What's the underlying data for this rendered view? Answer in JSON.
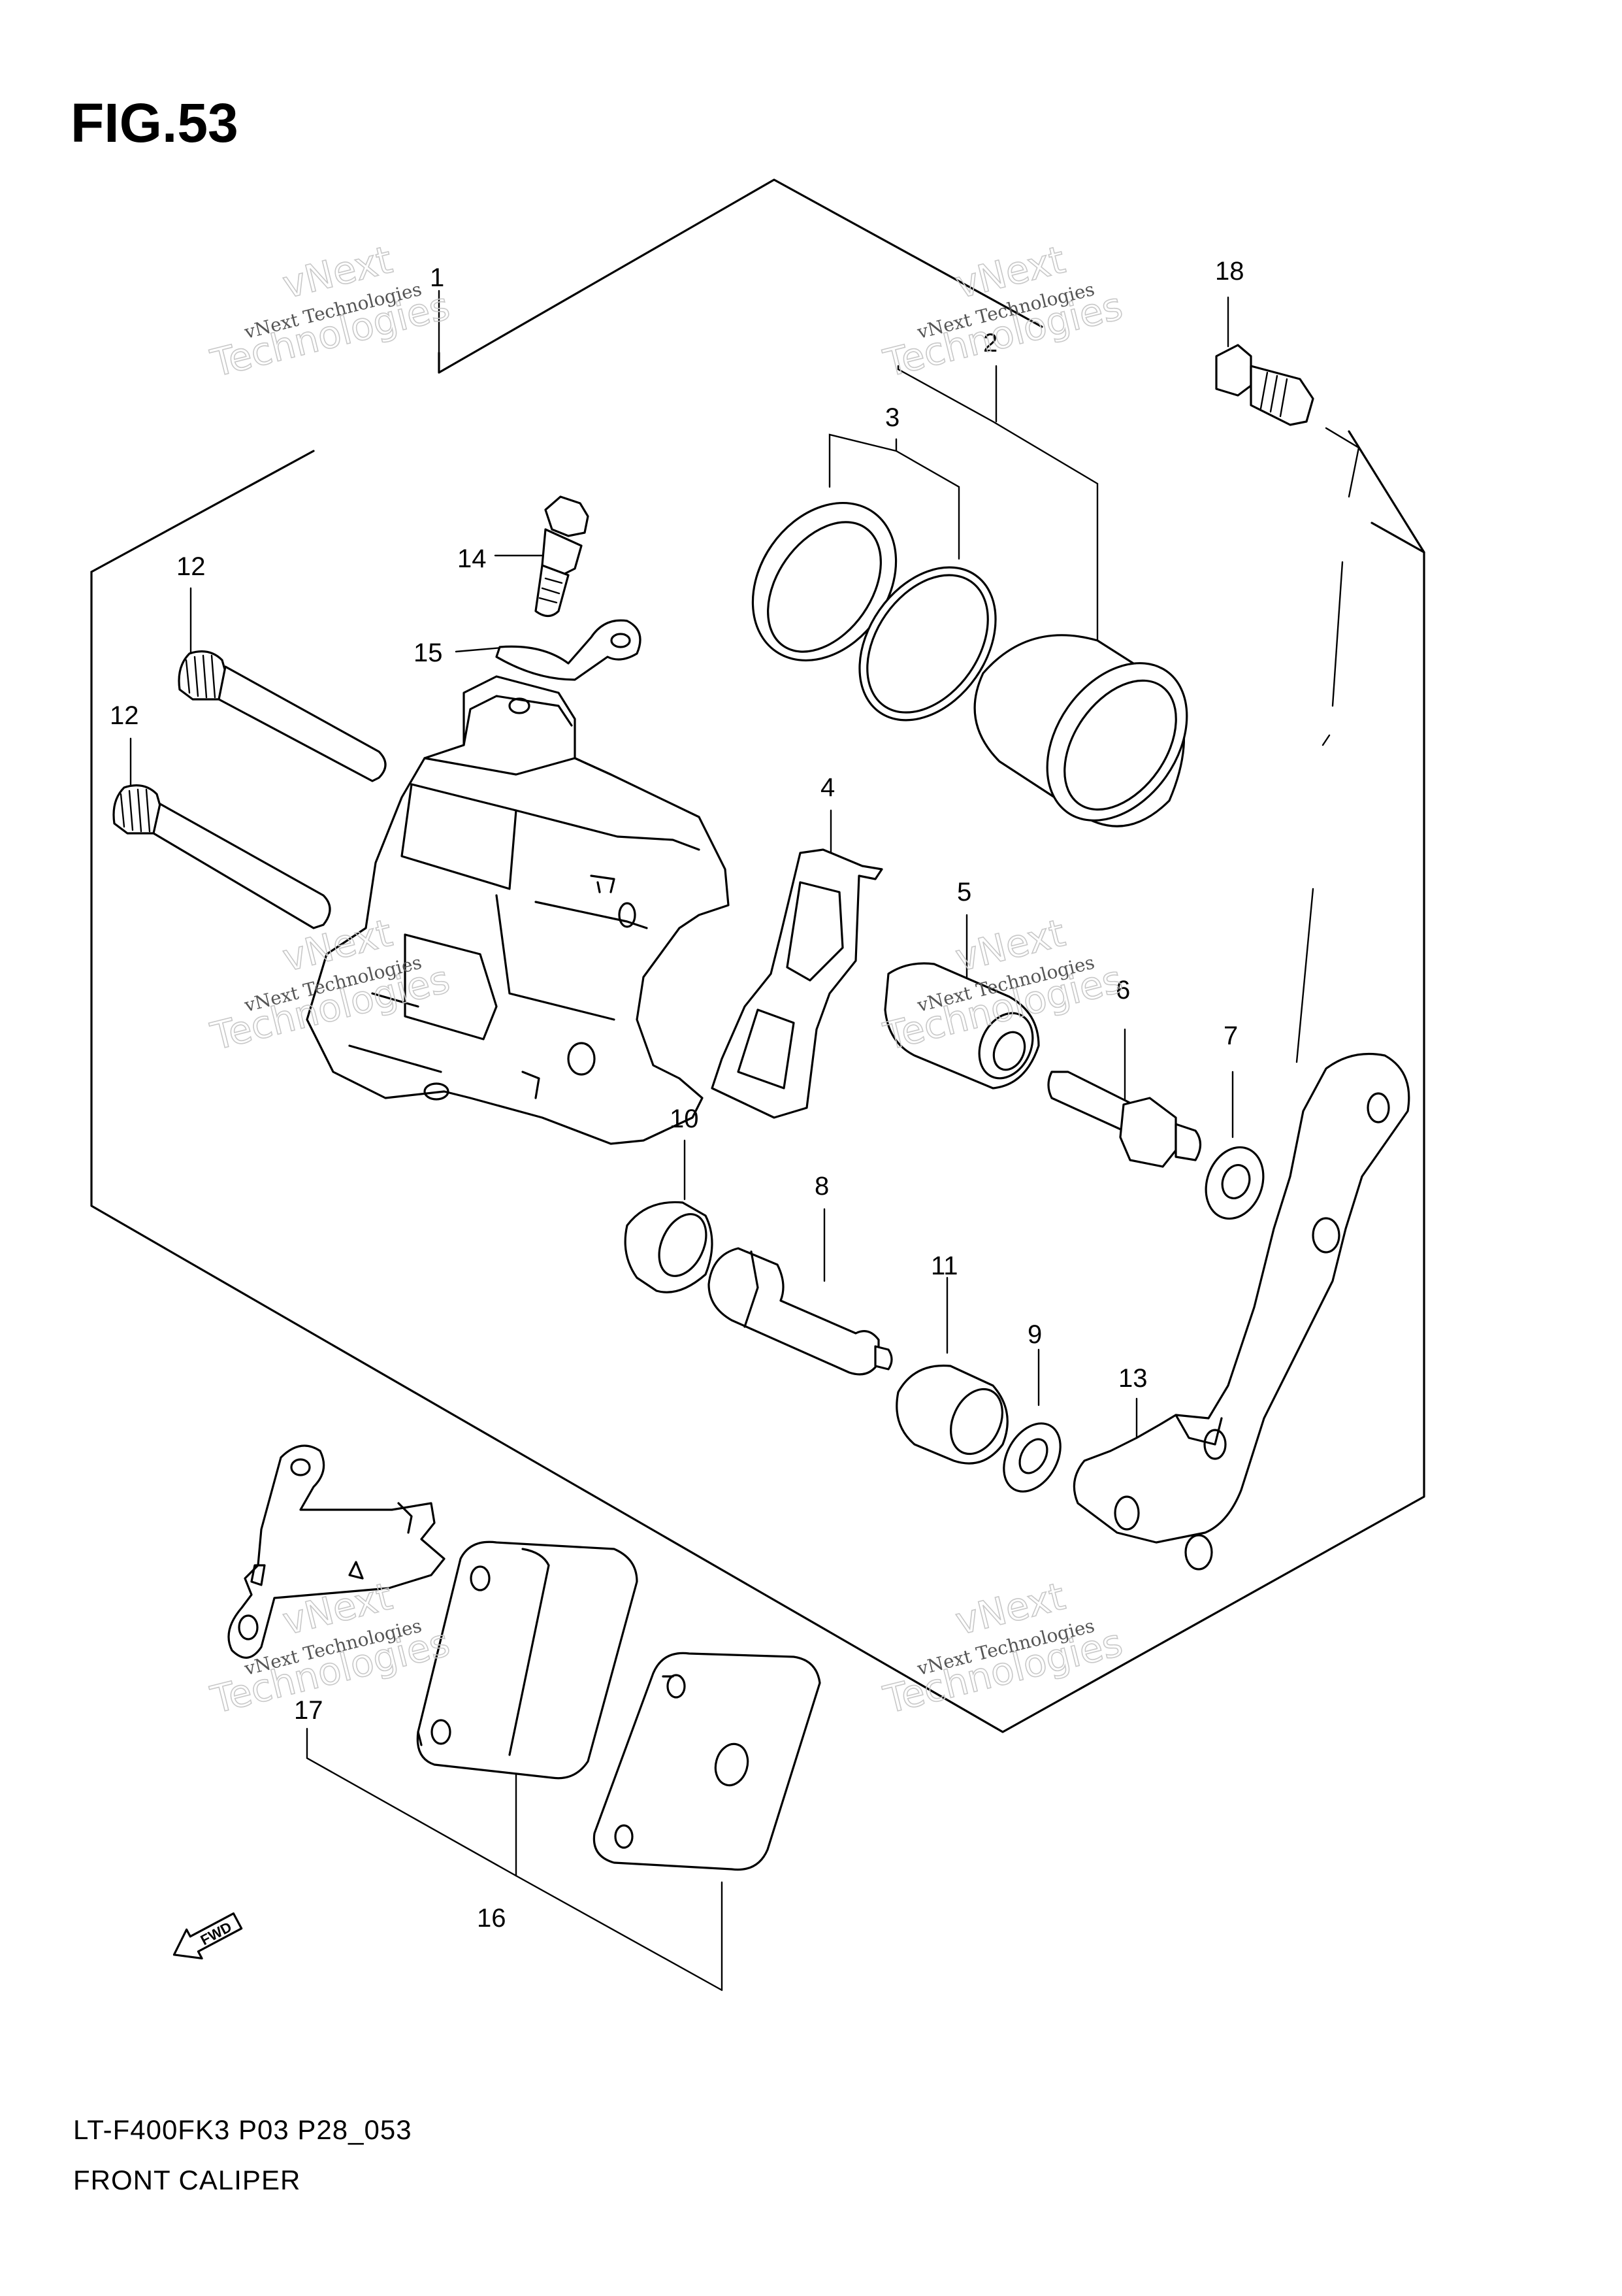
{
  "figure": {
    "title": "FIG.53"
  },
  "footer": {
    "code": "LT-F400FK3 P03 P28_053",
    "name": "FRONT CALIPER"
  },
  "watermark": {
    "line1": "vNext Technologies",
    "line2": "vNext",
    "line3": "Technologies"
  },
  "fwd_label": "FWD",
  "callouts": [
    "1",
    "2",
    "3",
    "4",
    "5",
    "6",
    "7",
    "8",
    "9",
    "10",
    "11",
    "12",
    "12",
    "13",
    "14",
    "15",
    "16",
    "17",
    "18"
  ]
}
